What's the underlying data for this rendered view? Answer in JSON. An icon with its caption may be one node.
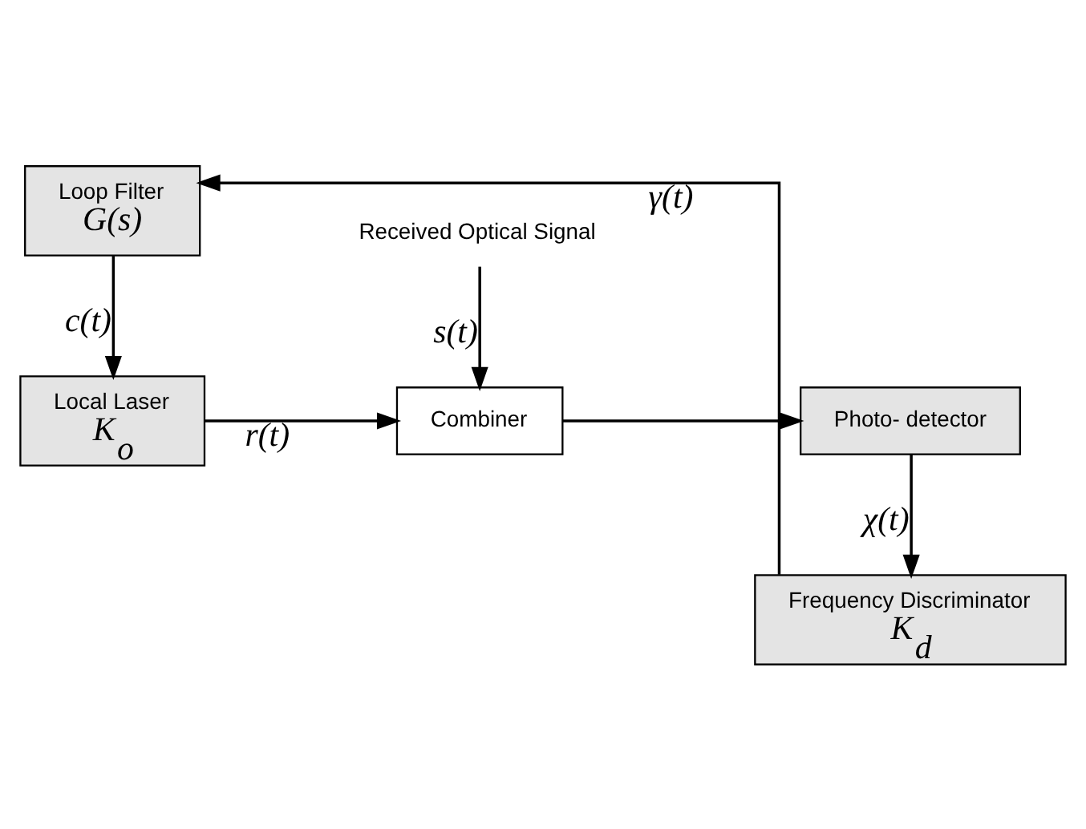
{
  "diagram": {
    "nodes": [
      {
        "text": [
          "Local Laser",
          "K$_{o}$"
        ]
      },
      {
        "text": [
          "Combiner"
        ]
      },
      {
        "text": [
          "Photo- detector"
        ]
      },
      {
        "text": [
          "Frequency Discriminator",
          "K$_{d}$"
        ]
      },
      {
        "text": [
          "Loop Filter",
          "G(s)"
        ]
      },
      {
        "text": [
          "Received Optical Signal"
        ]
      }
    ],
    "edges": [
      {
        "from": 4,
        "to": 0,
        "arrow": "to",
        "label": "c(t)"
      },
      {
        "from": 0,
        "to": 1,
        "arrow": "to",
        "label": "r(t)"
      },
      {
        "from": 5,
        "to": 1,
        "arrow": "to",
        "label": "s(t)"
      },
      {
        "from": 1,
        "to": 2,
        "arrow": "to"
      },
      {
        "from": 2,
        "to": 3,
        "arrow": "to",
        "label": "χ(t)"
      },
      {
        "from": 3,
        "to": 4,
        "arrow": "to",
        "label": "γ(t)"
      }
    ]
  }
}
